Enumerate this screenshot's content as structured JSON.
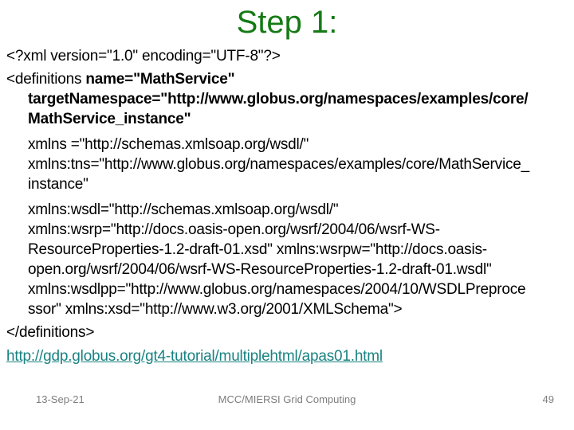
{
  "title": "Step 1:",
  "colors": {
    "title_green": "#157a15",
    "link_teal": "#1a8282",
    "footer_gray": "#7d7d7d"
  },
  "body": {
    "lines": [
      {
        "indent": 0,
        "gap": "none",
        "segments": [
          {
            "text": "<?xml version=\"1.0\" encoding=\"UTF-8\"?>",
            "bold": false
          }
        ]
      },
      {
        "indent": 0,
        "gap": "sm",
        "segments": [
          {
            "text": "<definitions ",
            "bold": false
          },
          {
            "text": "name=\"MathService\"",
            "bold": true
          }
        ]
      },
      {
        "indent": 1,
        "gap": "none",
        "segments": [
          {
            "text": "targetNamespace=\"http://www.globus.org/namespaces/examples/core/",
            "bold": true
          }
        ]
      },
      {
        "indent": 1,
        "gap": "none",
        "segments": [
          {
            "text": "MathService_instance\"",
            "bold": true
          }
        ]
      },
      {
        "indent": 1,
        "gap": "md",
        "segments": [
          {
            "text": "xmlns =\"http://schemas.xmlsoap.org/wsdl/\"",
            "bold": false
          }
        ]
      },
      {
        "indent": 1,
        "gap": "none",
        "segments": [
          {
            "text": "xmlns:tns=\"http://www.globus.org/namespaces/examples/core/MathService_",
            "bold": false
          }
        ]
      },
      {
        "indent": 1,
        "gap": "none",
        "segments": [
          {
            "text": "instance\"",
            "bold": false
          }
        ]
      },
      {
        "indent": 1,
        "gap": "md",
        "segments": [
          {
            "text": "xmlns:wsdl=\"http://schemas.xmlsoap.org/wsdl/\"",
            "bold": false
          }
        ]
      },
      {
        "indent": 1,
        "gap": "none",
        "segments": [
          {
            "text": "xmlns:wsrp=\"http://docs.oasis-open.org/wsrf/2004/06/wsrf-WS-",
            "bold": false
          }
        ]
      },
      {
        "indent": 1,
        "gap": "none",
        "segments": [
          {
            "text": "ResourceProperties-1.2-draft-01.xsd\" xmlns:wsrpw=\"http://docs.oasis-",
            "bold": false
          }
        ]
      },
      {
        "indent": 1,
        "gap": "none",
        "segments": [
          {
            "text": "open.org/wsrf/2004/06/wsrf-WS-ResourceProperties-1.2-draft-01.wsdl\"",
            "bold": false
          }
        ]
      },
      {
        "indent": 1,
        "gap": "none",
        "segments": [
          {
            "text": "xmlns:wsdlpp=\"http://www.globus.org/namespaces/2004/10/WSDLPreproce",
            "bold": false
          }
        ]
      },
      {
        "indent": 1,
        "gap": "none",
        "segments": [
          {
            "text": "ssor\" xmlns:xsd=\"http://www.w3.org/2001/XMLSchema\">",
            "bold": false
          }
        ]
      },
      {
        "indent": 0,
        "gap": "sm",
        "segments": [
          {
            "text": "</definitions>",
            "bold": false
          }
        ]
      }
    ],
    "link_text": "http://gdp.globus.org/gt4-tutorial/multiplehtml/apas01.html"
  },
  "footer": {
    "date": "13-Sep-21",
    "center": "MCC/MIERSI Grid Computing",
    "page": "49"
  }
}
